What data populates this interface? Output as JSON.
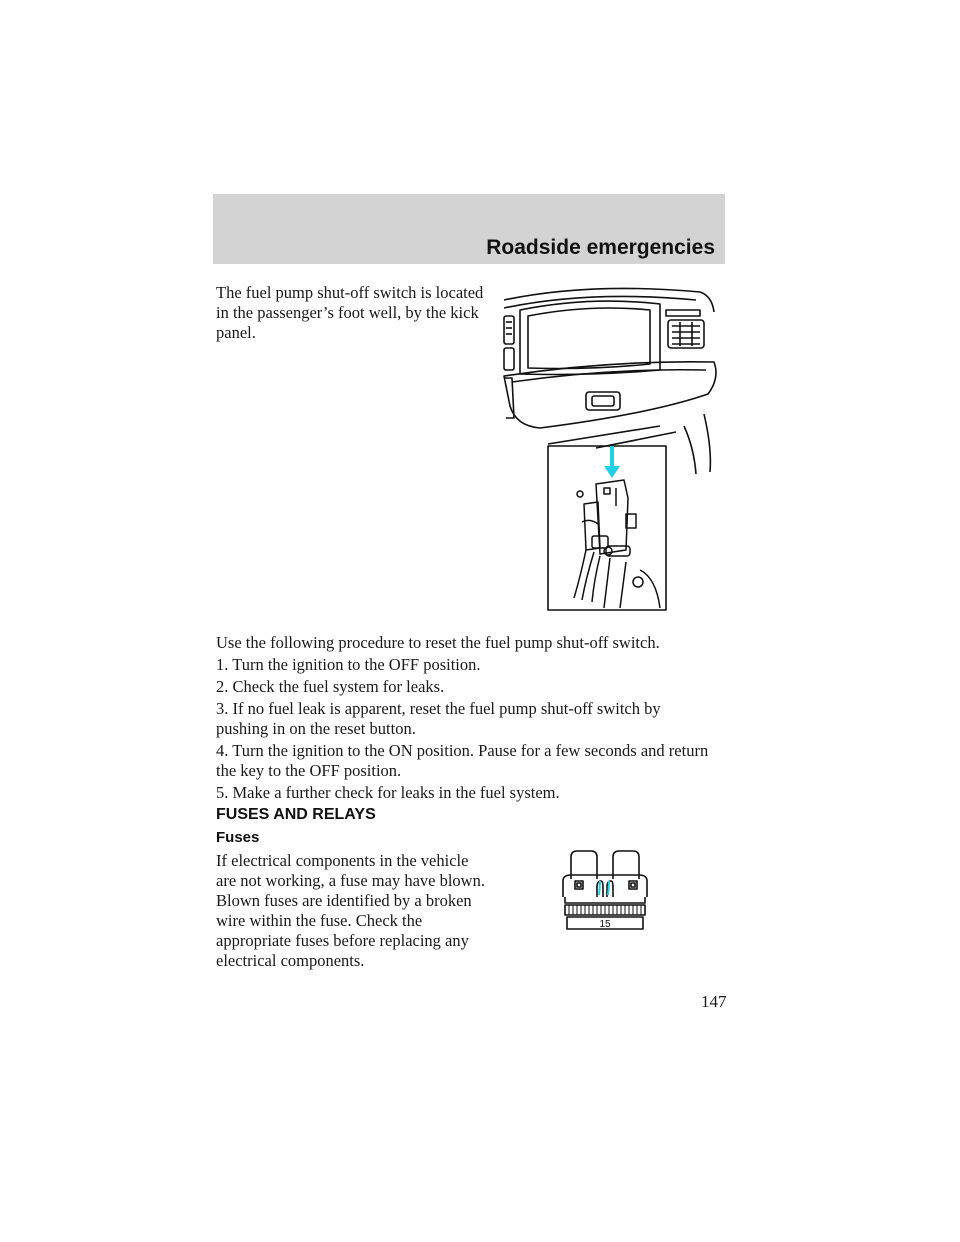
{
  "header": {
    "section_title": "Roadside emergencies"
  },
  "intro": {
    "text": "The fuel pump shut-off switch is located in the passenger’s foot well, by the kick panel."
  },
  "procedure": {
    "lead": "Use the following procedure to reset the fuel pump shut-off switch.",
    "steps": [
      "1. Turn the ignition to the OFF position.",
      "2. Check the fuel system for leaks.",
      "3. If no fuel leak is apparent, reset the fuel pump shut-off switch by pushing in on the reset button.",
      "4. Turn the ignition to the ON position. Pause for a few seconds and return the key to the OFF position.",
      "5. Make a further check for leaks in the fuel system."
    ]
  },
  "fuses_section": {
    "heading": "FUSES AND RELAYS",
    "subheading": "Fuses",
    "text": "If electrical components in the vehicle are not working, a fuse may have blown. Blown fuses are identified by a broken wire within the fuse. Check the appropriate fuses before replacing any electrical components."
  },
  "fuse_figure": {
    "rating_label": "15"
  },
  "colors": {
    "header_band": "#d3d3d3",
    "arrow": "#22d0e6"
  },
  "page_number": "147"
}
